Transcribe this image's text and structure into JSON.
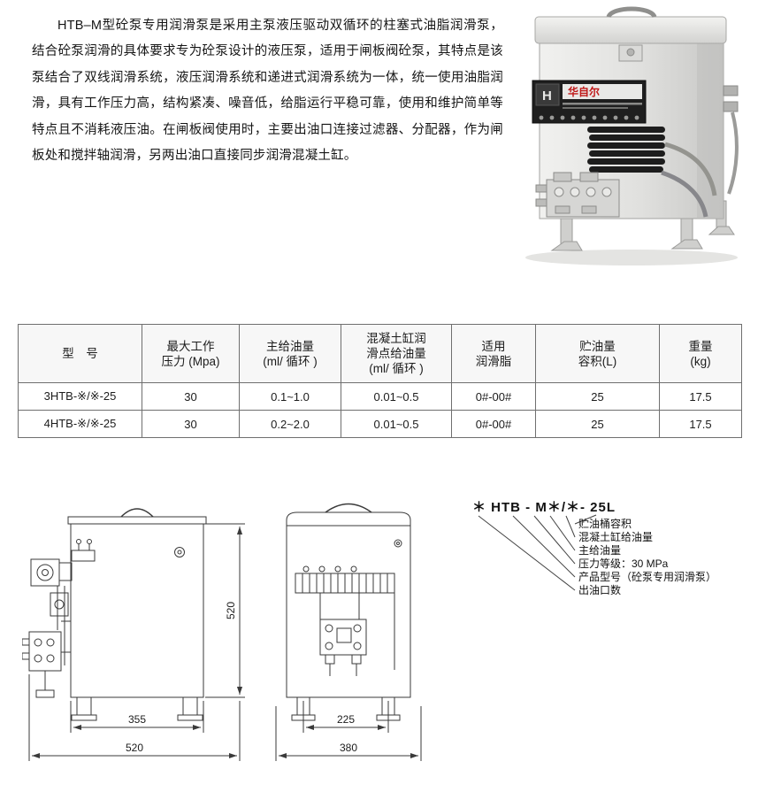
{
  "intro": {
    "text": "HTB–M型砼泵专用润滑泵是采用主泵液压驱动双循环的柱塞式油脂润滑泵，结合砼泵润滑的具体要求专为砼泵设计的液压泵，适用于闸板阀砼泵，其特点是该泵结合了双线润滑系统，液压润滑系统和递进式润滑系统为一体，统一使用油脂润滑，具有工作压力高，结构紧凑、噪音低，给脂运行平稳可靠，使用和维护简单等特点且不消耗液压油。在闸板阀使用时，主要出油口连接过滤器、分配器，作为闸板处和搅拌轴润滑，另两出油口直接同步润滑混凝土缸。"
  },
  "photo": {
    "brand": "华自尔",
    "logo": "H"
  },
  "table": {
    "headers": [
      [
        "型　号"
      ],
      [
        "最大工作",
        "压力 (Mpa)"
      ],
      [
        "主给油量",
        "(ml/ 循环 )"
      ],
      [
        "混凝土缸润",
        "滑点给油量",
        "(ml/ 循环 )"
      ],
      [
        "适用",
        "润滑脂"
      ],
      [
        "贮油量",
        "容积(L)"
      ],
      [
        "重量",
        "(kg)"
      ]
    ],
    "rows": [
      [
        "3HTB-※/※-25",
        "30",
        "0.1~1.0",
        "0.01~0.5",
        "0#-00#",
        "25",
        "17.5"
      ],
      [
        "4HTB-※/※-25",
        "30",
        "0.2~2.0",
        "0.01~0.5",
        "0#-00#",
        "25",
        "17.5"
      ]
    ]
  },
  "model_code": {
    "code": "＊ HTB - M＊/＊- 25L",
    "labels": [
      "贮油桶容积",
      "混凝土缸给油量",
      "主给油量",
      "压力等级：30 MPa",
      "产品型号（砼泵专用润滑泵）",
      "出油口数"
    ]
  },
  "drawings": {
    "front_view": {
      "height": "520",
      "inner_width": "355",
      "outer_width": "520"
    },
    "side_view": {
      "inner_width": "225",
      "outer_width": "380"
    }
  }
}
